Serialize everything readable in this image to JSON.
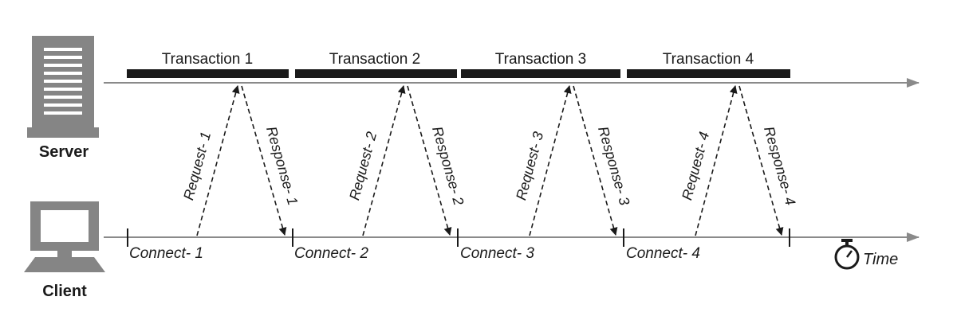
{
  "nodes": {
    "server": "Server",
    "client": "Client"
  },
  "transactions": [
    "Transaction 1",
    "Transaction 2",
    "Transaction 3",
    "Transaction 4"
  ],
  "requests": [
    "Request- 1",
    "Request- 2",
    "Request- 3",
    "Request- 4"
  ],
  "responses": [
    "Response- 1",
    "Response- 2",
    "Response- 3",
    "Response- 4"
  ],
  "connects": [
    "Connect- 1",
    "Connect- 2",
    "Connect- 3",
    "Connect- 4"
  ],
  "time_label": "Time",
  "icons": {
    "server": "server-icon",
    "client": "computer-icon",
    "time": "stopwatch-icon"
  },
  "colors": {
    "ink": "#1a1a1a",
    "icon_gray": "#858585"
  }
}
